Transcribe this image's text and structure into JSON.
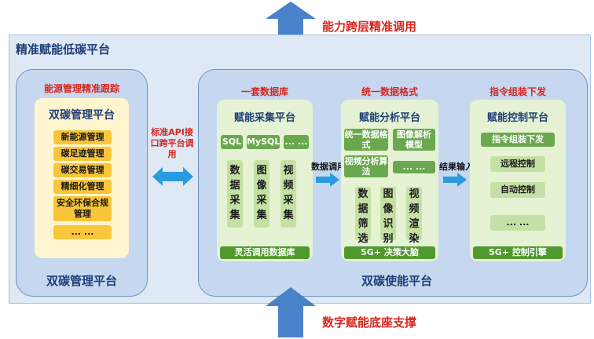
{
  "top_arrow_label": "能力跨层精准调用",
  "bottom_arrow_label": "数字赋能底座支撑",
  "outer_title": "精准赋能低碳平台",
  "left_panel": {
    "header": "能源管理精准跟踪",
    "card_title": "双碳管理平台",
    "items": [
      "新能源管理",
      "碳足迹管理",
      "碳交易管理",
      "精细化管理",
      "安全环保合规管理",
      "... ..."
    ],
    "footer": "双碳管理平台"
  },
  "connector_left": "标准API接口跨平台调用",
  "right_panel": {
    "footer": "双碳使能平台",
    "col1": {
      "header": "一套数据库",
      "card_title": "赋能采集平台",
      "chips": [
        "SQL",
        "MySQL",
        "... ..."
      ],
      "columns": [
        "数据采集",
        "图像采集",
        "视频采集"
      ],
      "bar": "灵活调用数据库"
    },
    "arrow1_label": "数据调用",
    "col2": {
      "header": "统一数据格式",
      "card_title": "赋能分析平台",
      "chips": [
        "统一数据格式",
        "图像解析模型",
        "视频分析算法",
        "... ..."
      ],
      "columns": [
        "数据筛选",
        "图像识别",
        "视频渲染"
      ],
      "bar": "5G+ 决策大脑"
    },
    "arrow2_label": "结果输入",
    "col3": {
      "header": "指令组装下发",
      "card_title": "赋能控制平台",
      "items": [
        "指令组装下发",
        "远程控制",
        "自动控制",
        "... ..."
      ],
      "bar": "5G+ 控制引擎"
    }
  },
  "colors": {
    "accent_red": "#d7261e",
    "navy": "#1f3f79",
    "arrow_blue": "#4a82c9",
    "green": "#4e9a2e",
    "yellow": "#f9c53a"
  }
}
